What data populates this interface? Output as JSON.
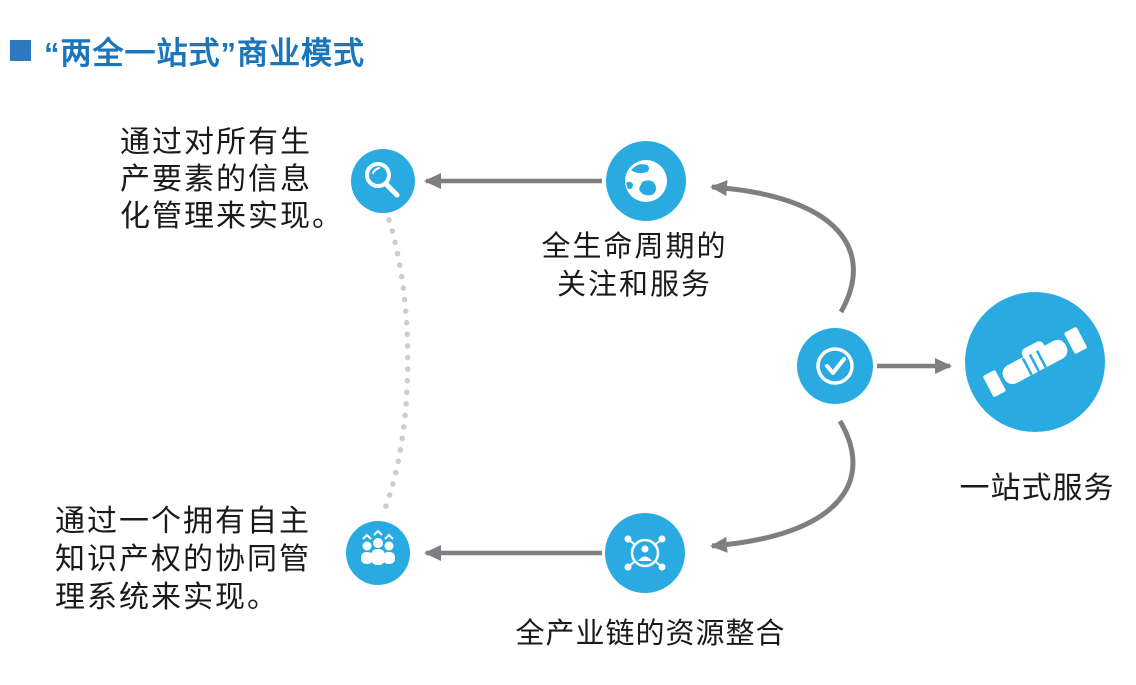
{
  "title": "“两全一站式”商业模式",
  "colors": {
    "accent_blue": "#29ABE2",
    "title_blue": "#1B75BC",
    "bullet_blue": "#2E79C0",
    "arrow_gray": "#7D7F82",
    "dotted_gray": "#CBCDCE",
    "text_dark": "#1A1A1A"
  },
  "notes": {
    "info_management": "通过对所有生\n产要素的信息\n化管理来实现。",
    "collab_system": "通过一个拥有自主\n知识产权的协同管\n理系统来实现。"
  },
  "labels": {
    "lifecycle": "全生命周期的\n关注和服务",
    "industry_chain": "全产业链的资源整合",
    "one_stop": "一站式服务"
  },
  "icons": {
    "search": "search-icon",
    "globe": "globe-icon",
    "check": "check-circle-icon",
    "handshake": "handshake-icon",
    "team": "team-icon",
    "network": "network-icon"
  }
}
